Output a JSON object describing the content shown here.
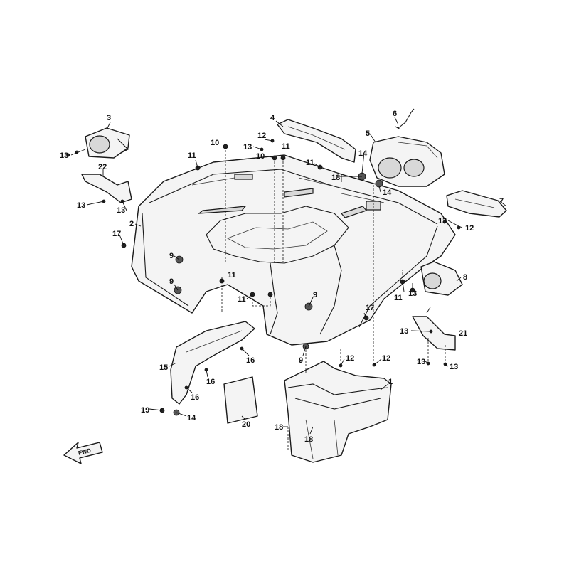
{
  "callouts": {
    "c1": "1",
    "c2": "2",
    "c3": "3",
    "c4": "4",
    "c5": "5",
    "c6": "6",
    "c7": "7",
    "c8": "8",
    "c9a": "9",
    "c9b": "9",
    "c9c": "9",
    "c9d": "9",
    "c10a": "10",
    "c10b": "10",
    "c11a": "11",
    "c11b": "11",
    "c11c": "11",
    "c11d": "11",
    "c11e": "11",
    "c11f": "11",
    "c12a": "12",
    "c12b": "12",
    "c12c": "12",
    "c12d": "12",
    "c13a": "13",
    "c13b": "13",
    "c13c": "13",
    "c13d": "13",
    "c13e": "13",
    "c13f": "13",
    "c13g": "13",
    "c13h": "13",
    "c14a": "14",
    "c14b": "14",
    "c14c": "14",
    "c15": "15",
    "c16a": "16",
    "c16b": "16",
    "c16c": "16",
    "c17a": "17",
    "c17b": "17",
    "c18a": "18",
    "c18b": "18",
    "c18c": "18",
    "c19": "19",
    "c20": "20",
    "c21": "21",
    "c22": "22"
  },
  "fwd_label": "FWD",
  "icons": {
    "direction": "fwd-arrow-icon"
  }
}
